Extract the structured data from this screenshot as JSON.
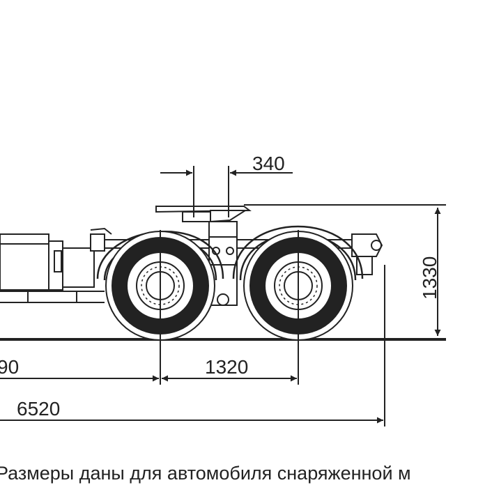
{
  "dimensions": {
    "fifth_wheel_offset": "340",
    "fifth_wheel_height": "1330",
    "wheelbase_partial": "90",
    "rear_axle_spacing": "1320",
    "overall_length": "6520"
  },
  "caption": "Размеры даны для автомобиля снаряженной м",
  "colors": {
    "line": "#222222",
    "background": "#ffffff"
  }
}
